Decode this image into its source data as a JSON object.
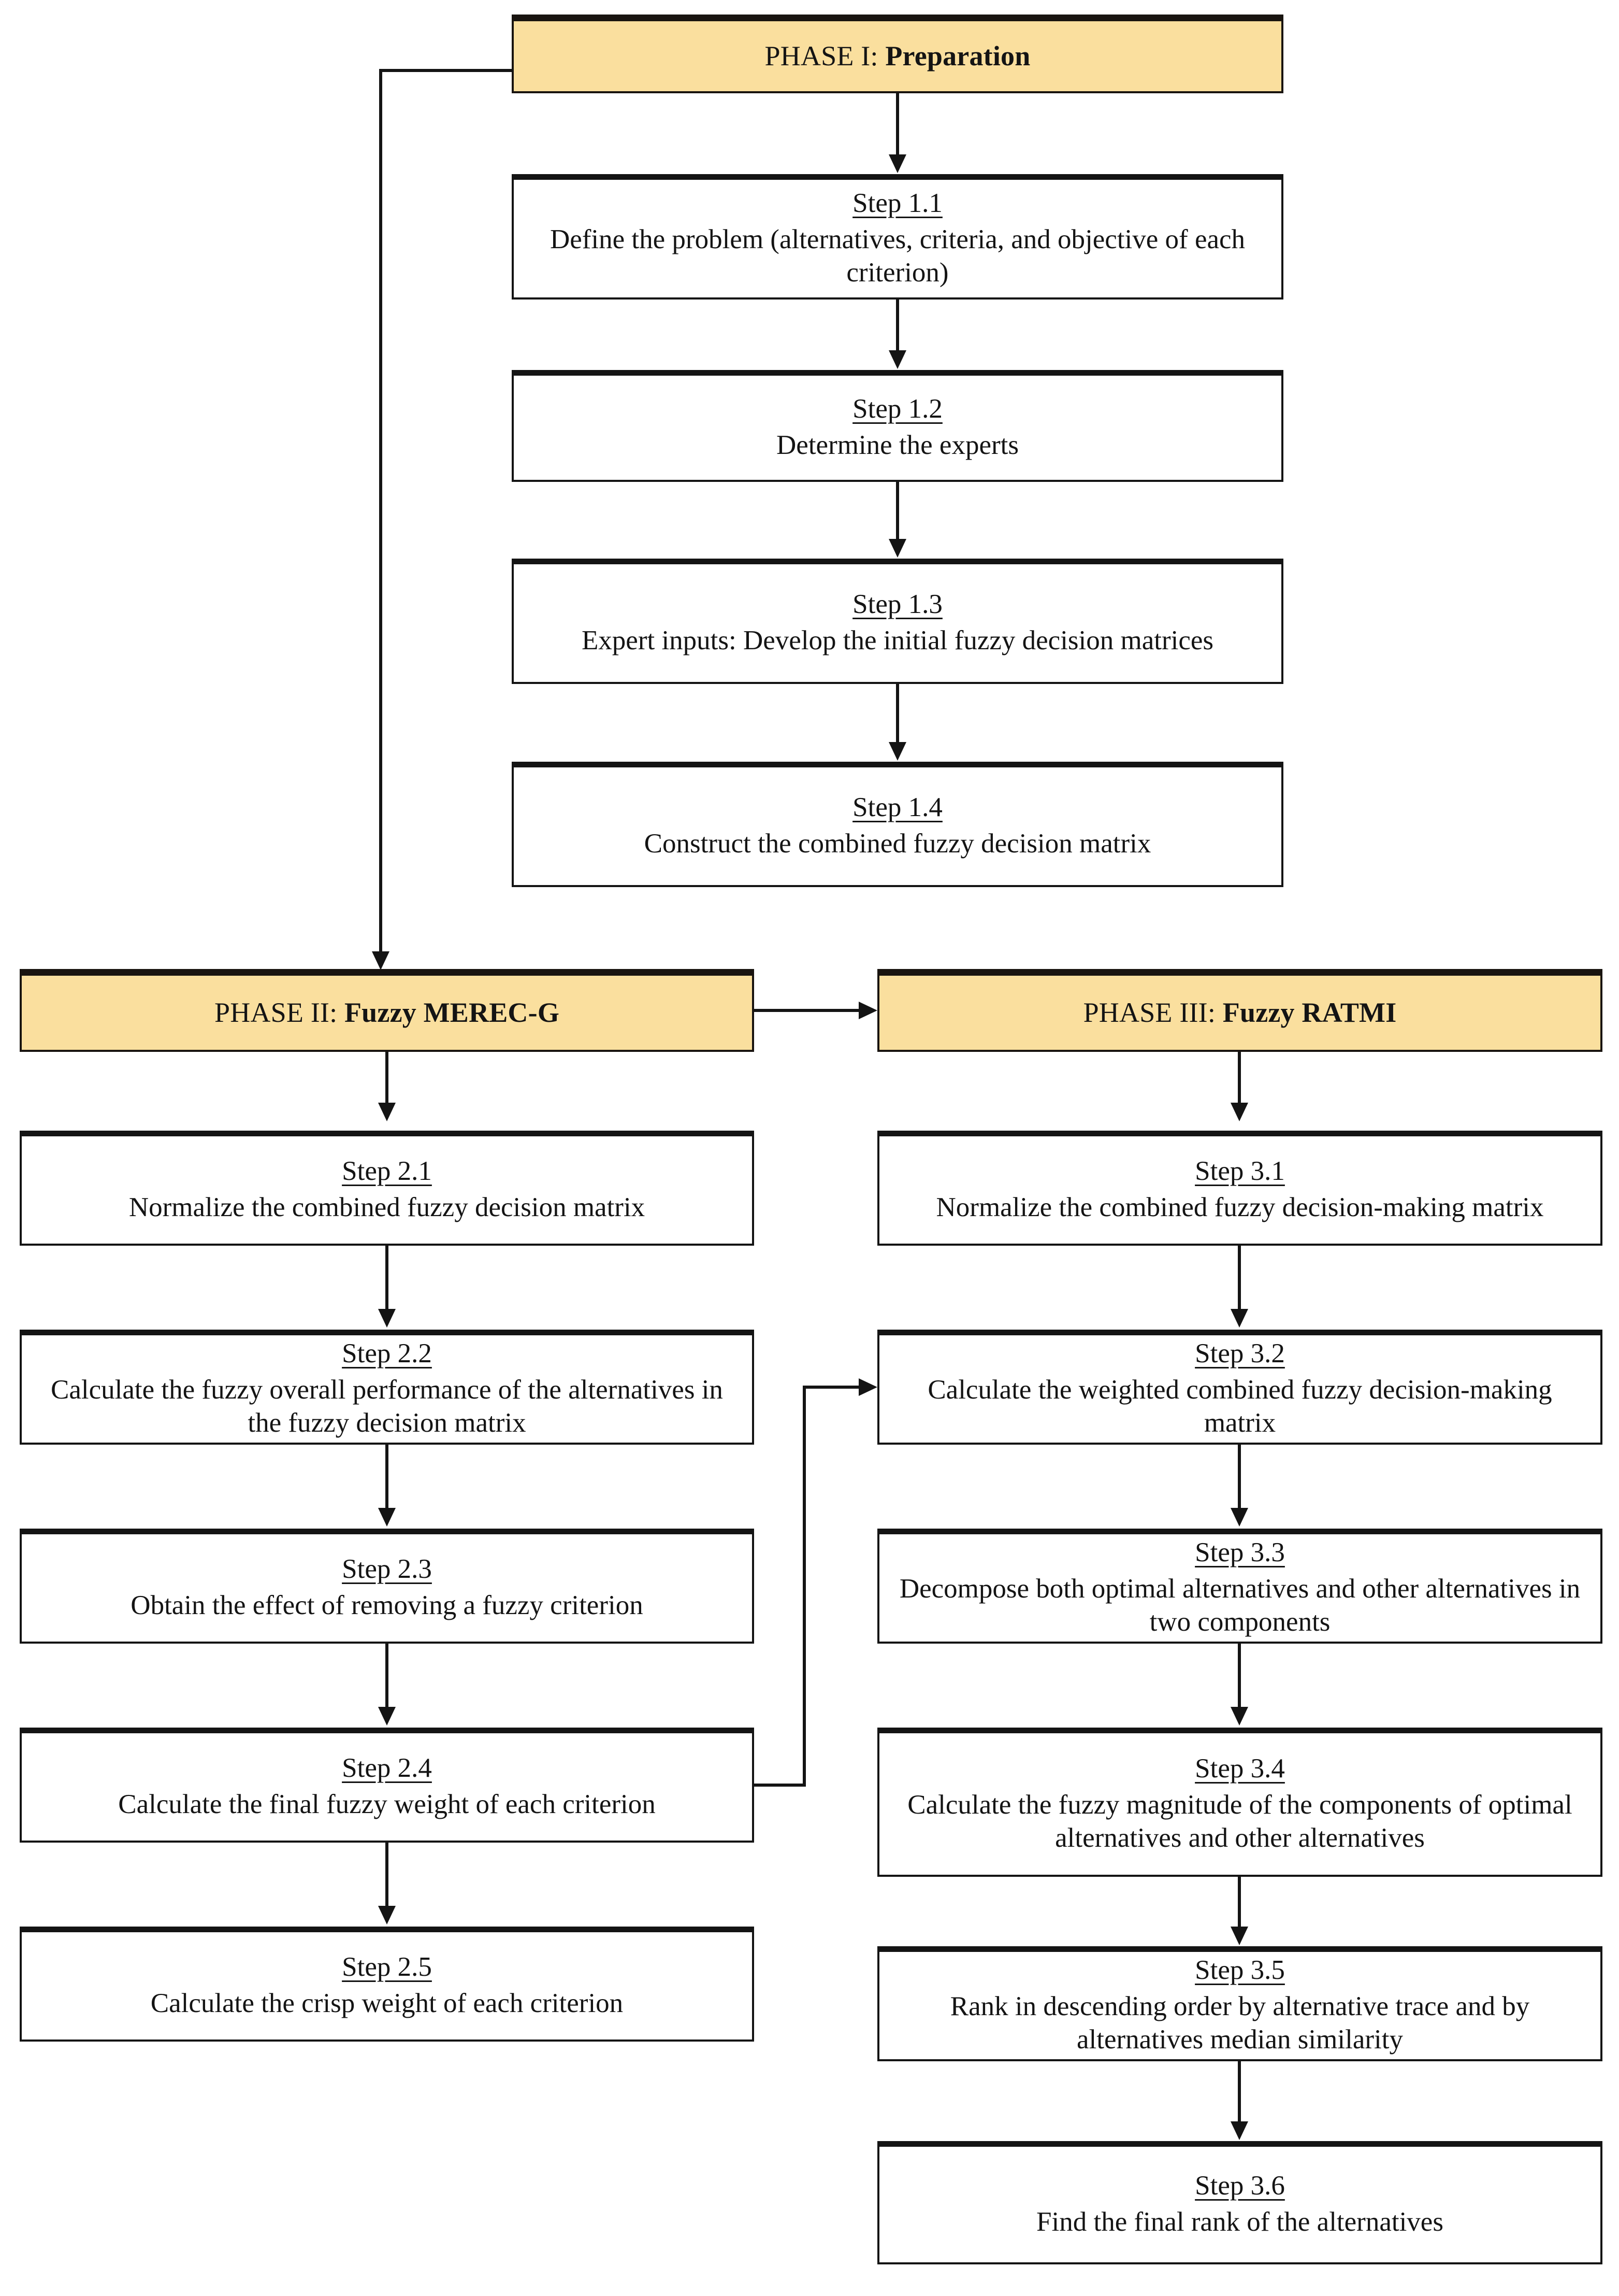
{
  "diagram": {
    "title": "Three-phase fuzzy MCDM methodology flowchart",
    "accent_color": "#FADF9E",
    "line_color": "#141414"
  },
  "phases": [
    {
      "id": "phase1",
      "prefix": "PHASE I: ",
      "name": "Preparation"
    },
    {
      "id": "phase2",
      "prefix": "PHASE II: ",
      "name": "Fuzzy MEREC-G"
    },
    {
      "id": "phase3",
      "prefix": "PHASE III: ",
      "name": "Fuzzy RATMI"
    }
  ],
  "phase1_steps": [
    {
      "label": "Step 1.1",
      "text": "Define the problem (alternatives, criteria, and objective of each criterion)"
    },
    {
      "label": "Step 1.2",
      "text": "Determine the experts"
    },
    {
      "label": "Step 1.3",
      "text": "Expert inputs: Develop the initial fuzzy decision matrices"
    },
    {
      "label": "Step 1.4",
      "text": "Construct the combined fuzzy decision matrix"
    }
  ],
  "phase2_steps": [
    {
      "label": "Step 2.1",
      "text": "Normalize the combined fuzzy decision matrix"
    },
    {
      "label": "Step 2.2",
      "text": "Calculate the fuzzy overall performance of the alternatives in the fuzzy decision matrix"
    },
    {
      "label": "Step 2.3",
      "text": "Obtain the effect of removing a fuzzy criterion"
    },
    {
      "label": "Step 2.4",
      "text": "Calculate the final fuzzy weight of each criterion"
    },
    {
      "label": "Step 2.5",
      "text": "Calculate the crisp weight of each criterion"
    }
  ],
  "phase3_steps": [
    {
      "label": "Step 3.1",
      "text": "Normalize the combined fuzzy decision-making matrix"
    },
    {
      "label": "Step 3.2",
      "text": "Calculate the weighted combined fuzzy decision-making matrix"
    },
    {
      "label": "Step 3.3",
      "text": "Decompose both optimal alternatives and other alternatives in two components"
    },
    {
      "label": "Step 3.4",
      "text": "Calculate the fuzzy magnitude of the components of optimal alternatives and other alternatives"
    },
    {
      "label": "Step 3.5",
      "text": "Rank in descending order by alternative trace and by alternatives median similarity"
    },
    {
      "label": "Step 3.6",
      "text": "Find the final rank of the alternatives"
    }
  ]
}
